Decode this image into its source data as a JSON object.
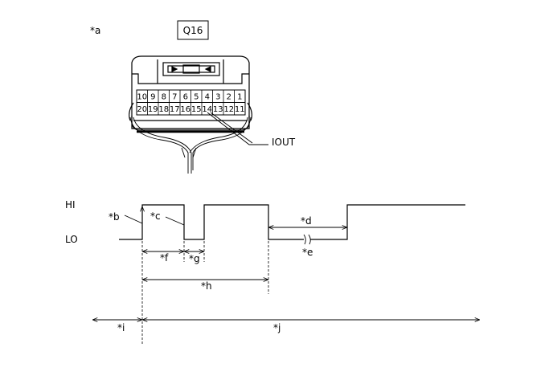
{
  "labels": {
    "a": "*a",
    "b": "*b",
    "c": "*c",
    "d": "*d",
    "e": "*e",
    "f": "*f",
    "g": "*g",
    "h": "*h",
    "i": "*i",
    "j": "*j"
  },
  "connector_id": "Q16",
  "signal_name": "IOUT",
  "levels": {
    "hi": "HI",
    "lo": "LO"
  },
  "pins_top": [
    "10",
    "9",
    "8",
    "7",
    "6",
    "5",
    "4",
    "3",
    "2",
    "1"
  ],
  "pins_bottom": [
    "20",
    "19",
    "18",
    "17",
    "16",
    "15",
    "14",
    "13",
    "12",
    "11"
  ]
}
